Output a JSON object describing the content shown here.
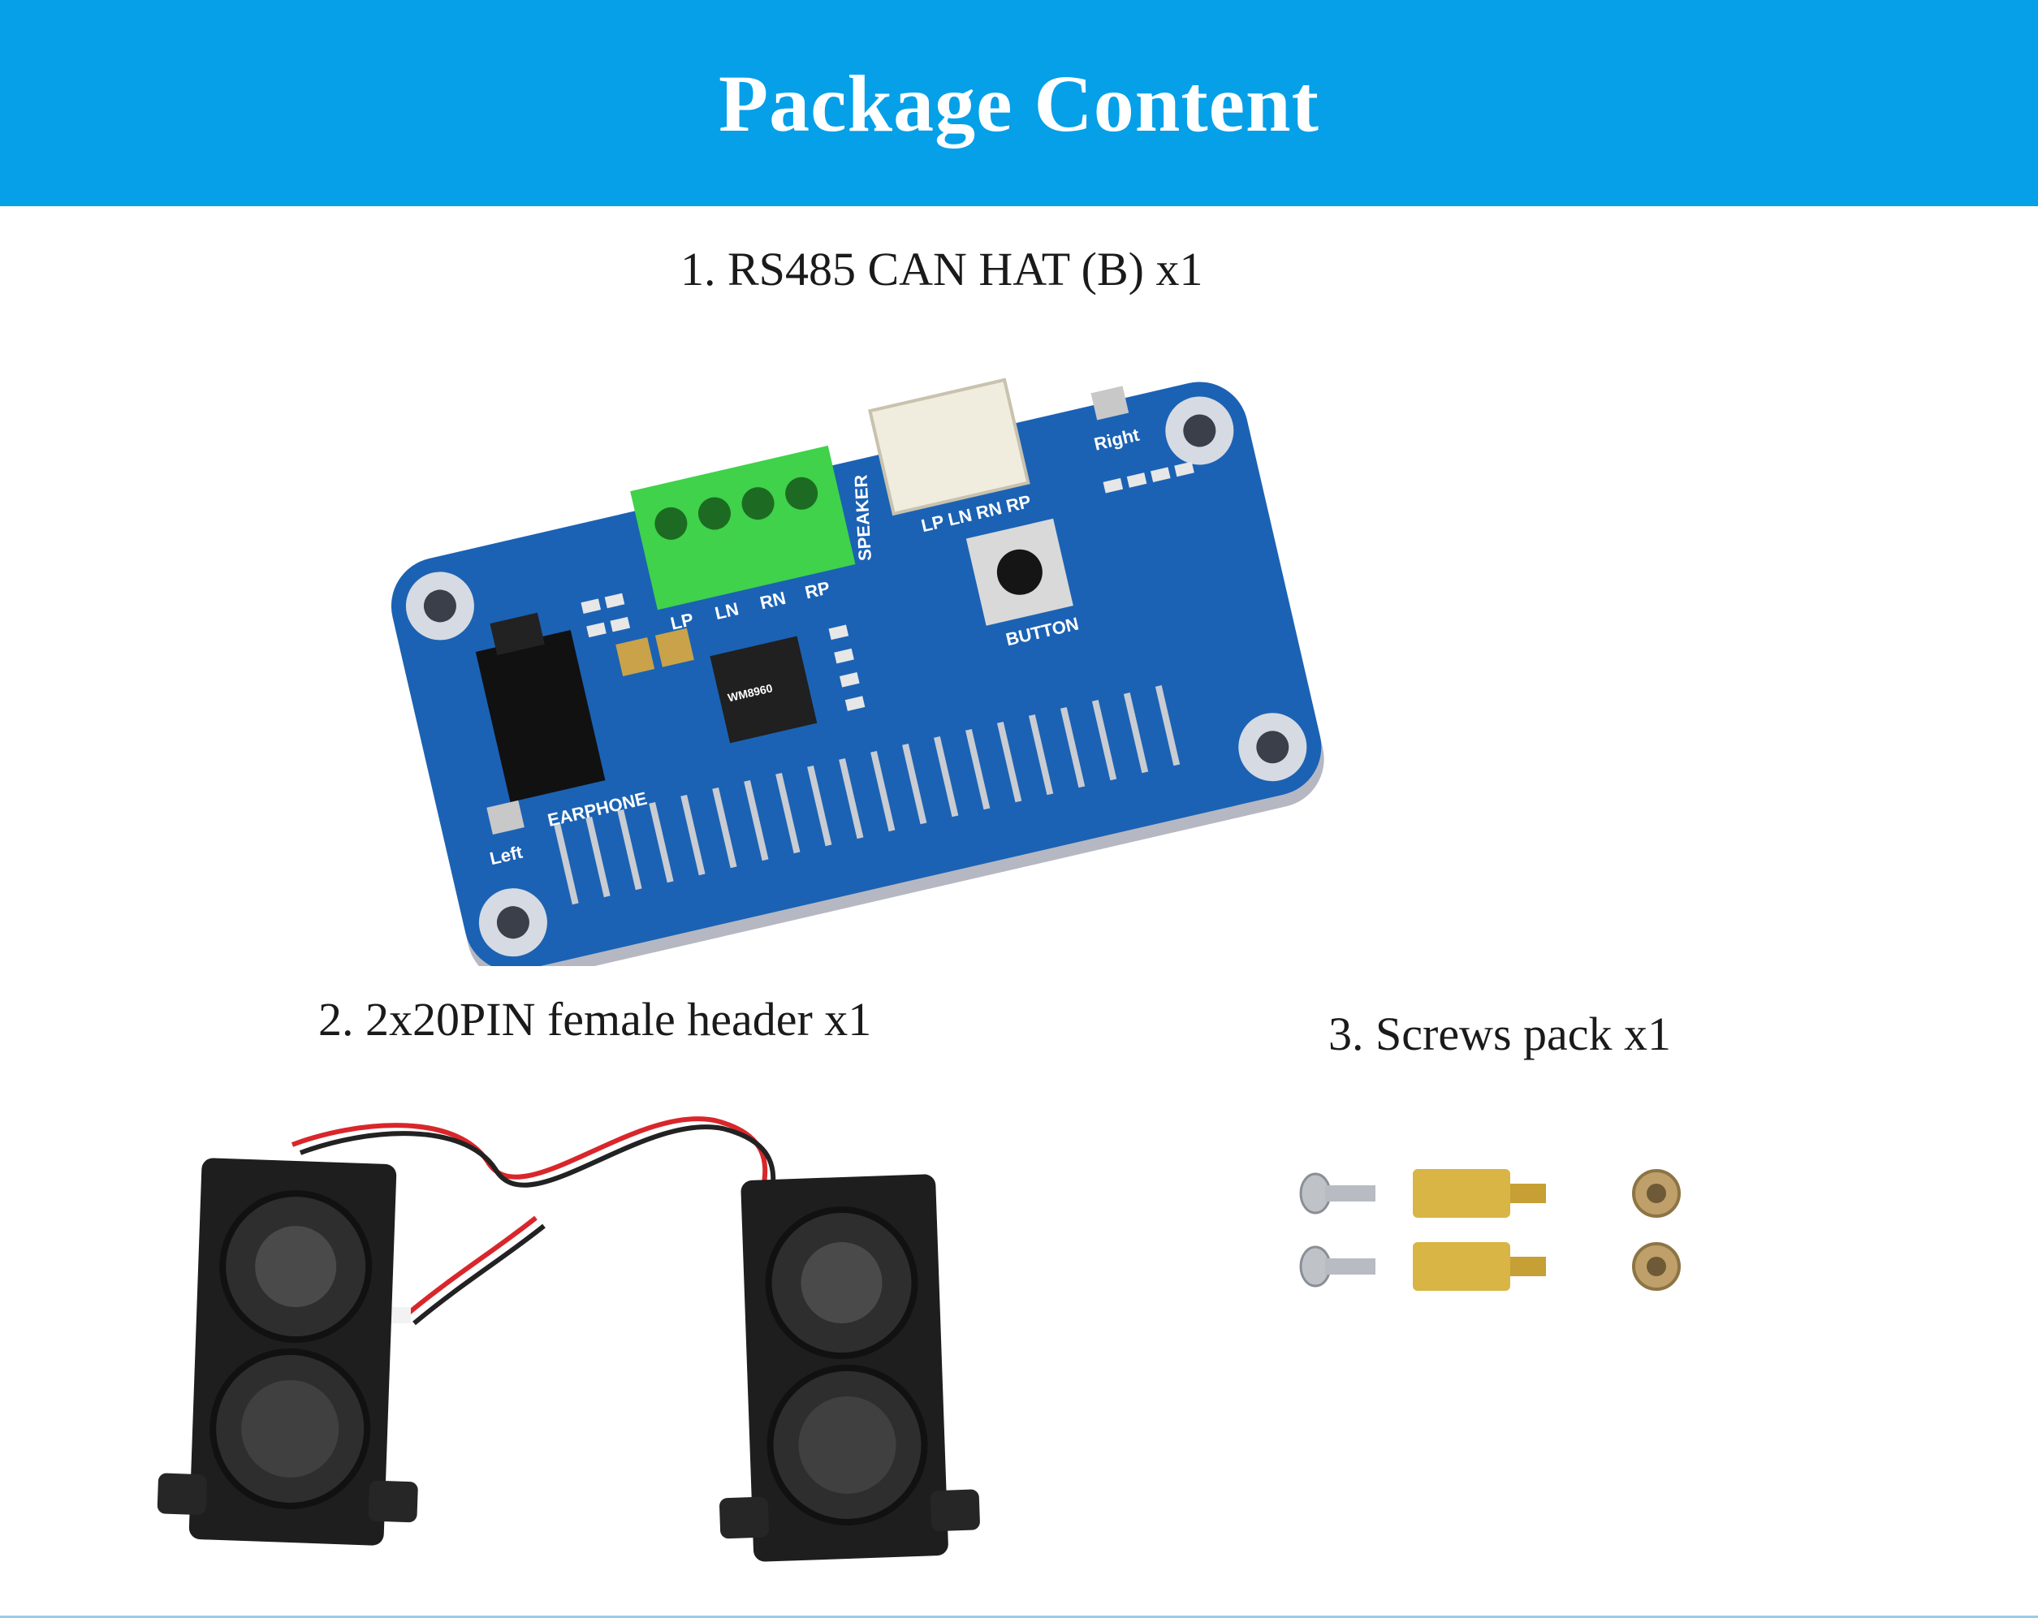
{
  "banner": {
    "title": "Package Content"
  },
  "items": [
    {
      "label": "1. RS485 CAN HAT (B) x1"
    },
    {
      "label": "2. 2x20PIN female header x1"
    },
    {
      "label": "3. Screws pack x1"
    }
  ],
  "board_silkscreen": {
    "terminal_labels": [
      "LP",
      "LN",
      "RN",
      "RP"
    ],
    "connector_labels": "LP LN RN RP",
    "speaker": "SPEAKER",
    "earphone": "EARPHONE",
    "button": "BUTTON",
    "left": "Left",
    "right": "Right",
    "chip": "WM8960"
  },
  "colors": {
    "banner": "#05a0e8",
    "pcb": "#1b62b4",
    "terminal": "#3fd24a",
    "speaker": "#1e1e1e",
    "brass": "#d8b545"
  }
}
